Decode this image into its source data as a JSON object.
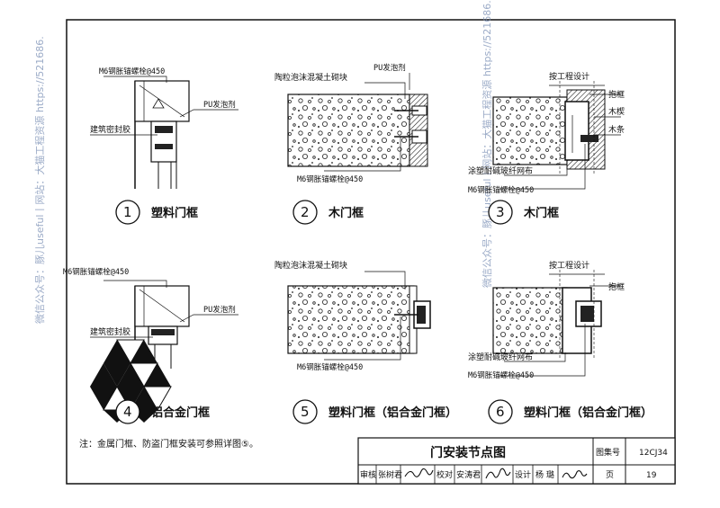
{
  "watermarks": {
    "left_text": "微信公众号：豚儿useful丨网站：大猫工程资源 https://521686.",
    "right_text": "微信公众号：豚儿useful丨网站：大猫工程资源 https://521686."
  },
  "details": [
    {
      "number": "1",
      "title": "塑料门框",
      "labels": [
        "M6钢胀锚螺栓@450",
        "PU发泡剂",
        "建筑密封胶"
      ]
    },
    {
      "number": "2",
      "title": "木门框",
      "labels": [
        "陶粒泡沫混凝土砌块",
        "PU发泡剂",
        "M6钢胀锚螺栓@450"
      ]
    },
    {
      "number": "3",
      "title": "木门框",
      "labels": [
        "按工程设计",
        "抱框",
        "木楔",
        "木条",
        "涂塑耐碱玻纤网布",
        "M6钢胀锚螺栓@450"
      ]
    },
    {
      "number": "4",
      "title": "铝合金门框",
      "labels": [
        "M6钢胀锚螺栓@450",
        "PU发泡剂",
        "建筑密封胶"
      ]
    },
    {
      "number": "5",
      "title": "塑料门框（铝合金门框）",
      "labels": [
        "陶粒泡沫混凝土砌块",
        "M6钢胀锚螺栓@450"
      ]
    },
    {
      "number": "6",
      "title": "塑料门框（铝合金门框）",
      "labels": [
        "按工程设计",
        "抱框",
        "涂塑耐碱玻纤网布",
        "M6钢胀锚螺栓@450"
      ]
    }
  ],
  "note": "注：金属门框、防盗门框安装可参照详图⑤。",
  "title_block": {
    "title": "门安装节点图",
    "atlas_label": "图集号",
    "atlas_value": "12CJ34",
    "page_label": "页",
    "page_value": "19",
    "review_label": "审核",
    "review_name": "张树君",
    "check_label": "校对",
    "check_name": "安涛君",
    "design_label": "设计",
    "design_name": "杨 璐"
  }
}
